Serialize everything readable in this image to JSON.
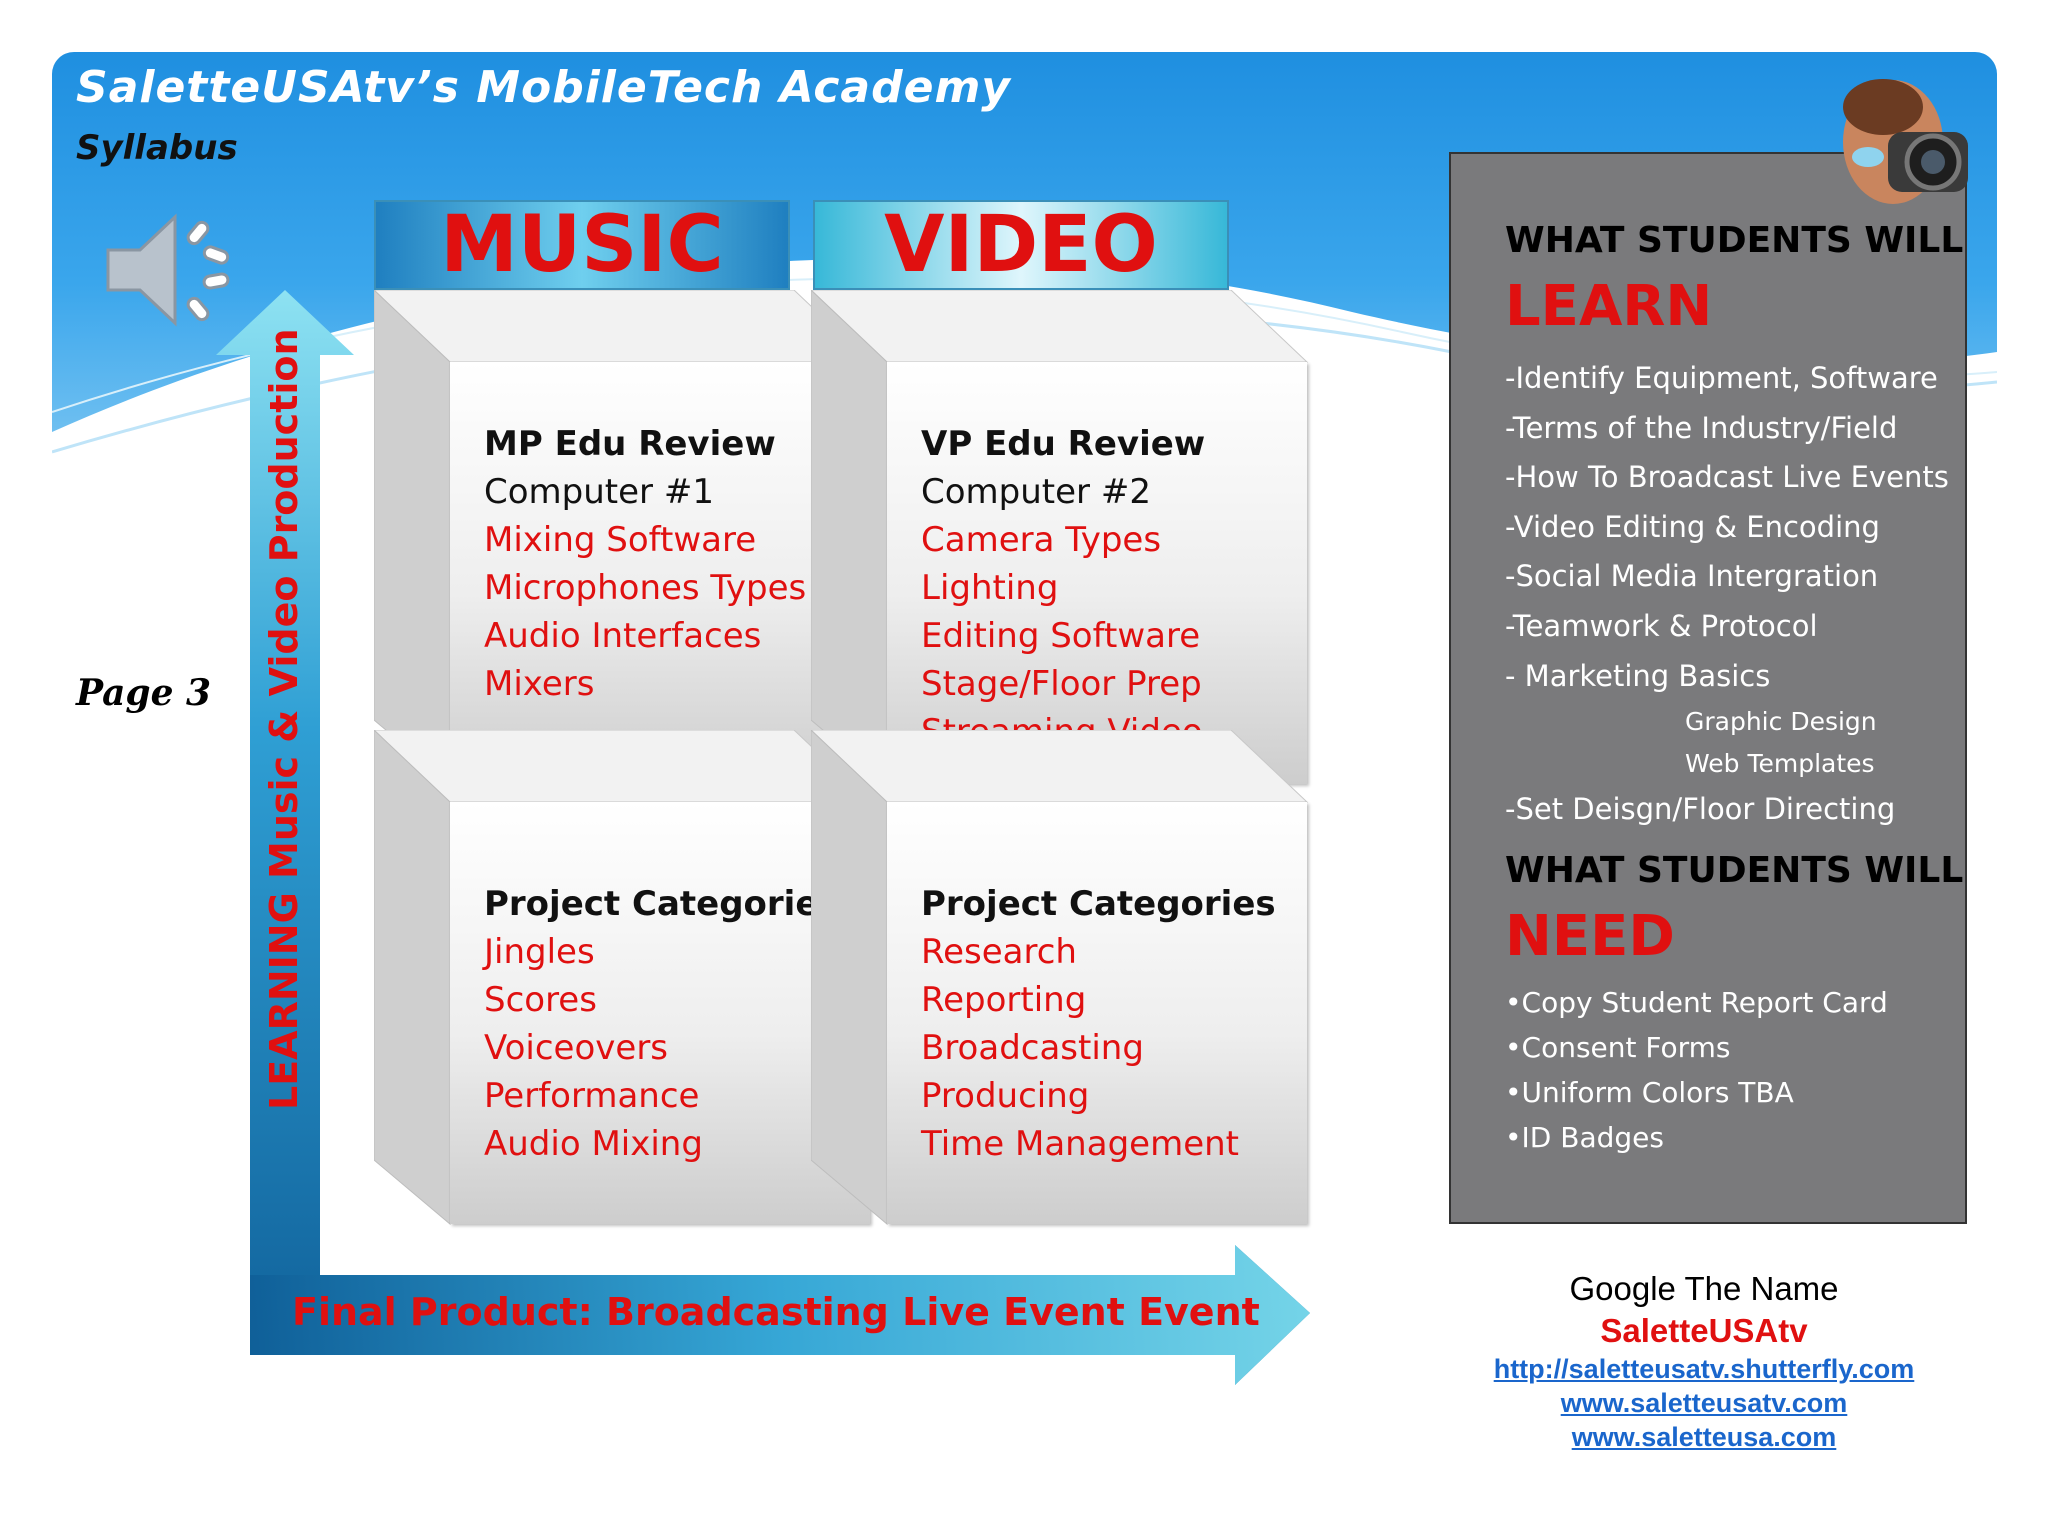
{
  "header": {
    "title": "SaletteUSAtv’s  MobileTech  Academy",
    "subtitle": "Syllabus"
  },
  "page_label": "Page 3",
  "tabs": {
    "music": "MUSIC",
    "video": "VIDEO"
  },
  "cubes": {
    "music_review": {
      "heading": "MP  Edu Review",
      "sub": "Computer #1",
      "items": [
        "Mixing Software",
        "Microphones Types",
        "Audio Interfaces",
        "Mixers"
      ]
    },
    "video_review": {
      "heading": "VP Edu Review",
      "sub": "Computer  #2",
      "items": [
        "Camera Types",
        "Lighting",
        "Editing Software",
        "Stage/Floor Prep",
        "Streaming Video"
      ]
    },
    "music_projects": {
      "heading": "Project Categories",
      "items": [
        "Jingles",
        "Scores",
        "Voiceovers",
        "Performance",
        "Audio Mixing"
      ]
    },
    "video_projects": {
      "heading": "Project Categories",
      "items": [
        "Research",
        "Reporting",
        "Broadcasting",
        "Producing",
        "Time Management"
      ]
    }
  },
  "axis": {
    "vertical_label": "LEARNING Music & Video Production",
    "horizontal_label": "Final Product: Broadcasting Live Event Event"
  },
  "panel": {
    "learn_heading": "WHAT STUDENTS WILL",
    "learn_word": "LEARN",
    "learn_items": [
      "-Identify Equipment, Software",
      "-Terms of the Industry/Field",
      "-How To Broadcast Live Events",
      "-Video Editing & Encoding",
      "-Social Media Intergration",
      "-Teamwork & Protocol",
      "- Marketing Basics"
    ],
    "learn_subitems": [
      "Graphic Design",
      "Web Templates"
    ],
    "learn_last": "-Set Deisgn/Floor Directing",
    "need_heading": "WHAT STUDENTS WILL",
    "need_word": "NEED",
    "need_items": [
      "•Copy Student Report Card",
      "•Consent Forms",
      "•Uniform Colors TBA",
      "•ID Badges"
    ]
  },
  "contact": {
    "line1": "Google The Name",
    "name": "SaletteUSAtv",
    "links": [
      "http://saletteusatv.shutterfly.com",
      "www.saletteusatv.com",
      "www.saletteusa.com"
    ]
  },
  "colors": {
    "accent_red": "#e01010",
    "header_blue": "#1f8fe0",
    "panel_gray": "#7a7a7c",
    "link_blue": "#1a66cc"
  }
}
